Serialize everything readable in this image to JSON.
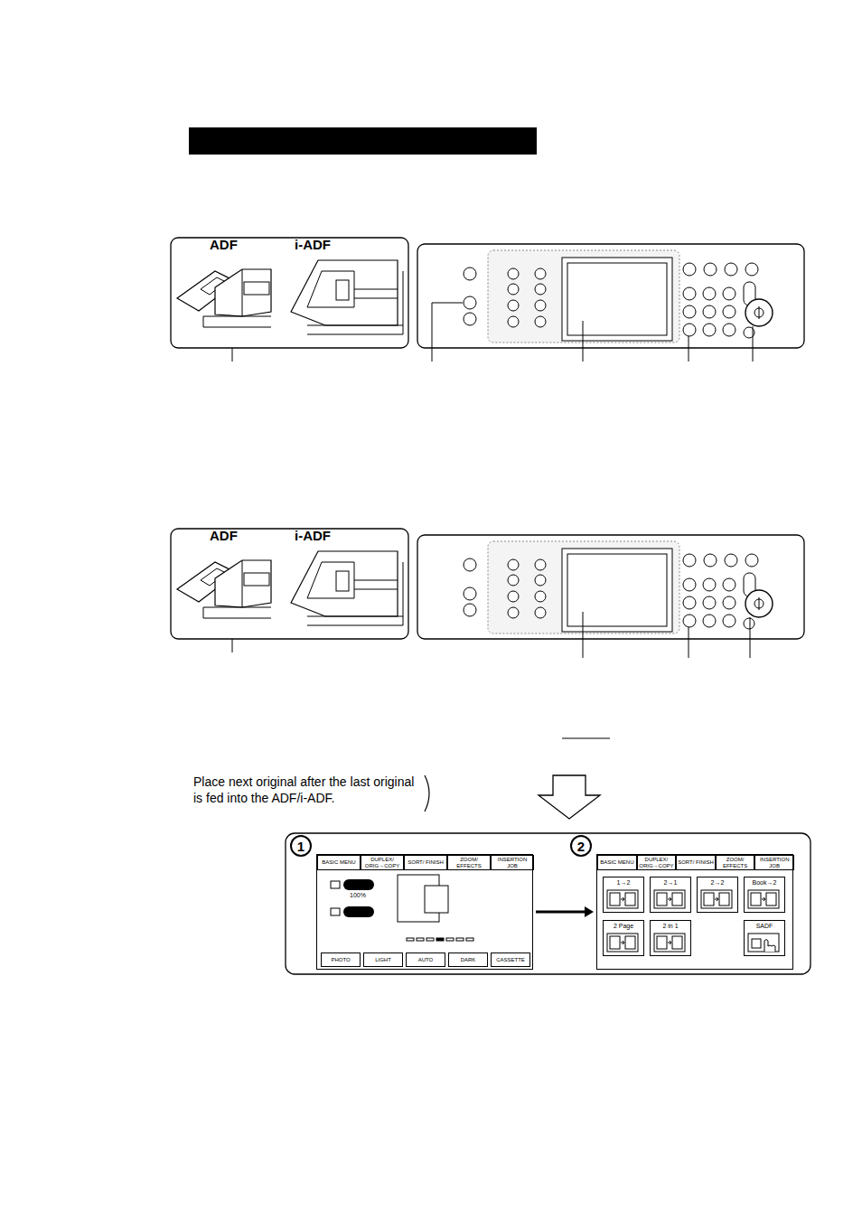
{
  "diagram": {
    "nodes": [
      {
        "text": [
          "1"
        ]
      },
      {
        "text": [
          "BASIC MENU"
        ],
        "in": 0
      },
      {
        "text": [
          "DUPLEX/ ORIG→COPY"
        ],
        "in": 0
      },
      {
        "text": [
          "SORT/ FINISH"
        ],
        "in": 0
      },
      {
        "text": [
          "ZOOM/ EFFECTS"
        ],
        "in": 0
      },
      {
        "text": [
          "INSERTION JOB"
        ],
        "in": 0
      },
      {
        "text": [
          "PHOTO"
        ],
        "in": 0
      },
      {
        "text": [
          "LIGHT"
        ],
        "in": 0
      },
      {
        "text": [
          "AUTO"
        ],
        "in": 0
      },
      {
        "text": [
          "DARK"
        ],
        "in": 0
      },
      {
        "text": [
          "CASSETTE"
        ],
        "in": 0
      },
      {
        "text": [
          "2"
        ]
      },
      {
        "text": [
          "BASIC MENU"
        ],
        "in": 11
      },
      {
        "text": [
          "DUPLEX/ ORIG→COPY"
        ],
        "in": 11
      },
      {
        "text": [
          "SORT/ FINISH"
        ],
        "in": 11
      },
      {
        "text": [
          "ZOOM/ EFFECTS"
        ],
        "in": 11
      },
      {
        "text": [
          "INSERTION JOB"
        ],
        "in": 11
      },
      {
        "text": [
          "1→2"
        ],
        "in": 11
      },
      {
        "text": [
          "2→1"
        ],
        "in": 11
      },
      {
        "text": [
          "2→2"
        ],
        "in": 11
      },
      {
        "text": [
          "Book→2"
        ],
        "in": 11
      },
      {
        "text": [
          "2 Page"
        ],
        "in": 11
      },
      {
        "text": [
          "2 in 1"
        ],
        "in": 11
      },
      {
        "text": [
          "SADF"
        ],
        "in": 11
      }
    ],
    "edges": [
      {
        "from": 0,
        "to": 11,
        "arrow": "to"
      }
    ],
    "labels": [
      "ADF",
      "i-ADF",
      "ADF",
      "i-ADF",
      "Place next original after the last original is fed into the ADF/i-ADF.",
      "100%"
    ]
  }
}
